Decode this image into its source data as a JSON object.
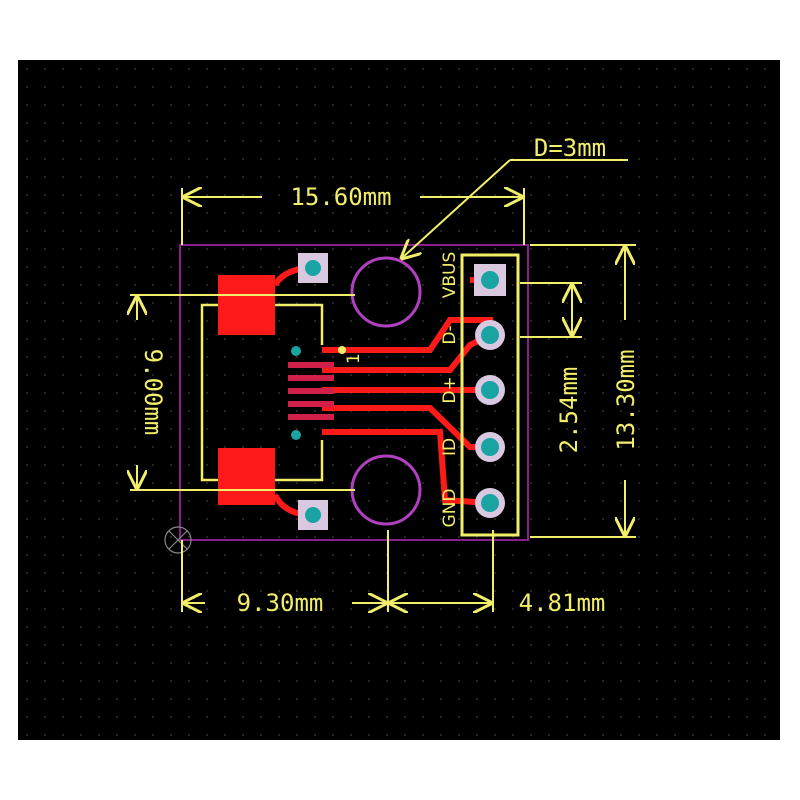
{
  "dimensions": {
    "width": "15.60mm",
    "hole_diameter": "D=3mm",
    "connector_height": "9.00mm",
    "board_height": "13.30mm",
    "pin_pitch": "2.54mm",
    "connector_offset": "9.30mm",
    "header_offset": "4.81mm"
  },
  "pins": [
    "VBUS",
    "D-",
    "D+",
    "ID",
    "GND"
  ],
  "pin1_marker": "1",
  "colors": {
    "silkscreen": "#f2ee6a",
    "copper": "#ff1a1a",
    "outline": "#a020a0",
    "pad": "#1aa3a3",
    "background": "#000000"
  }
}
